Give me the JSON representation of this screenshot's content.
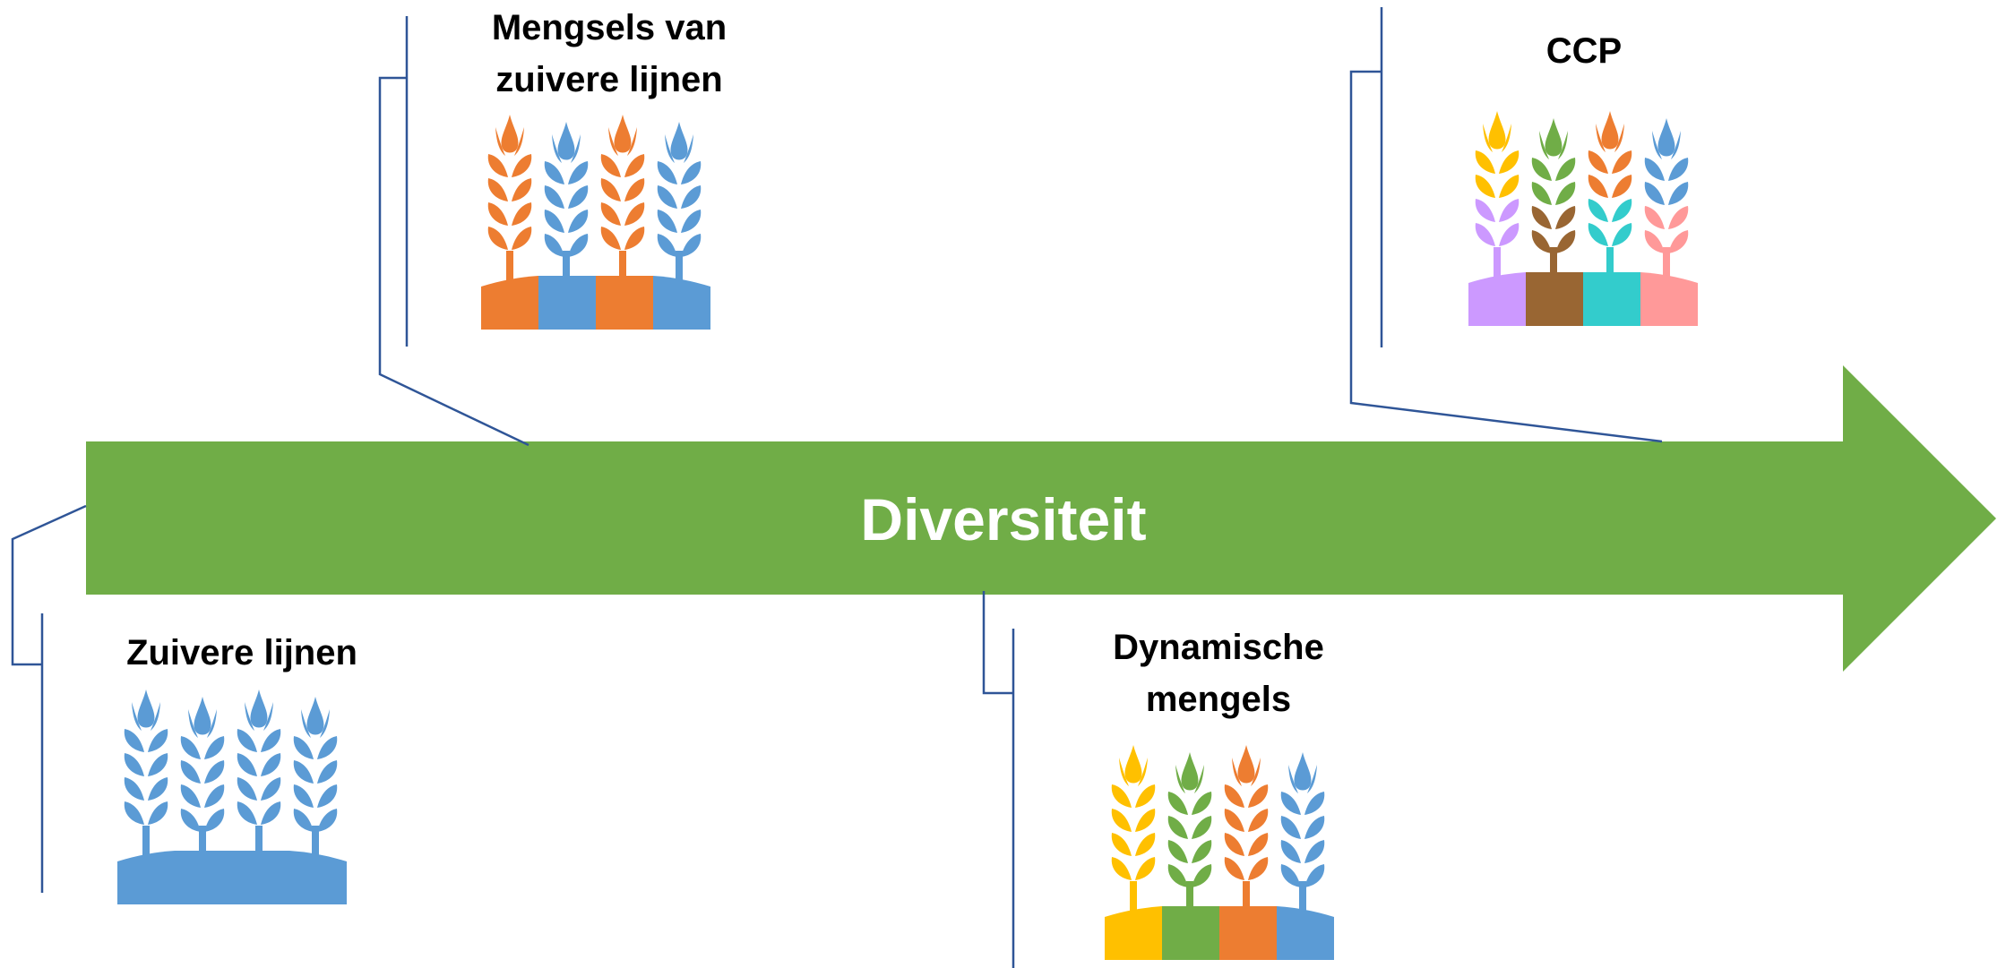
{
  "arrow": {
    "label": "Diversiteit",
    "color": "#70AD47"
  },
  "connector_color": "#2F5597",
  "groups": [
    {
      "id": "zuivere",
      "title": "Zuivere lijnen",
      "colors": [
        "#5B9BD5",
        "#5B9BD5",
        "#5B9BD5",
        "#5B9BD5"
      ],
      "base": [
        "#5B9BD5",
        "#5B9BD5",
        "#5B9BD5",
        "#5B9BD5"
      ]
    },
    {
      "id": "mengsels",
      "title": "Mengsels van zuivere lijnen",
      "colors": [
        "#ED7D31",
        "#5B9BD5",
        "#ED7D31",
        "#5B9BD5"
      ],
      "base": [
        "#ED7D31",
        "#5B9BD5",
        "#ED7D31",
        "#5B9BD5"
      ]
    },
    {
      "id": "dynamische",
      "title": "Dynamische mengels",
      "colors": [
        "#FFC000",
        "#70AD47",
        "#ED7D31",
        "#5B9BD5"
      ],
      "base": [
        "#FFC000",
        "#70AD47",
        "#ED7D31",
        "#5B9BD5"
      ]
    },
    {
      "id": "ccp",
      "title": "CCP",
      "colors": [
        "#FFC000",
        "#70AD47",
        "#ED7D31",
        "#5B9BD5"
      ],
      "lower_colors": [
        "#CC99FF",
        "#996633",
        "#33CCCC",
        "#FF9999"
      ],
      "base": [
        "#CC99FF",
        "#996633",
        "#33CCCC",
        "#FF9999"
      ]
    }
  ]
}
